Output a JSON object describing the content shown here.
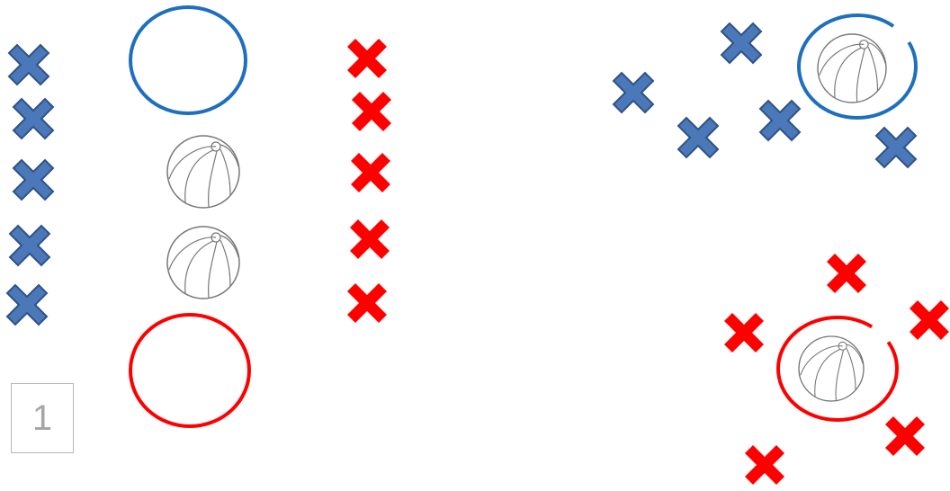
{
  "diagram": {
    "step_number": "1",
    "colors": {
      "team_blue_marker": "#4a78b8",
      "team_blue_outline": "#2f5286",
      "team_blue_ring": "#1f6fbf",
      "team_red": "#ff0000",
      "ball_stroke": "#777777"
    },
    "legend_column": {
      "blue_markers": 5,
      "red_markers": 5,
      "balls": 2,
      "blue_ring": true,
      "red_ring": true
    },
    "blue_group": {
      "markers": 5,
      "ring_with_ball": true
    },
    "red_group": {
      "markers": 5,
      "ring_with_ball": true
    },
    "icons": {
      "marker": "x-cross-icon",
      "ball": "beach-ball-icon",
      "ring": "circle-ring-icon"
    }
  }
}
